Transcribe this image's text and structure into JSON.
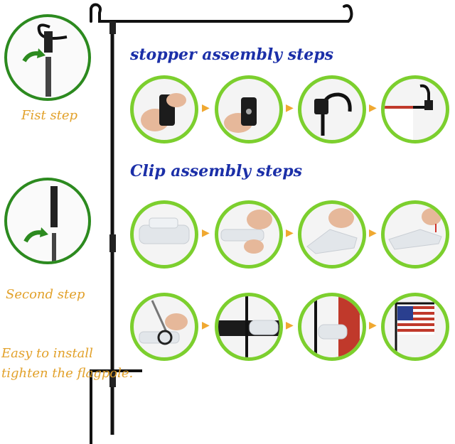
{
  "headings": {
    "stopper": "stopper assembly steps",
    "clip": "Clip assembly steps"
  },
  "steps": {
    "first": "Fist step",
    "second": "Second step"
  },
  "install": {
    "line1": "Easy to install",
    "line2": "tighten the flagpole."
  },
  "colors": {
    "heading": "#1b2fa8",
    "label": "#e2a12a",
    "ring_small": "#7ccf2e",
    "ring_large": "#2c8a1f",
    "arrow": "#f0a830",
    "pole": "#111111"
  }
}
